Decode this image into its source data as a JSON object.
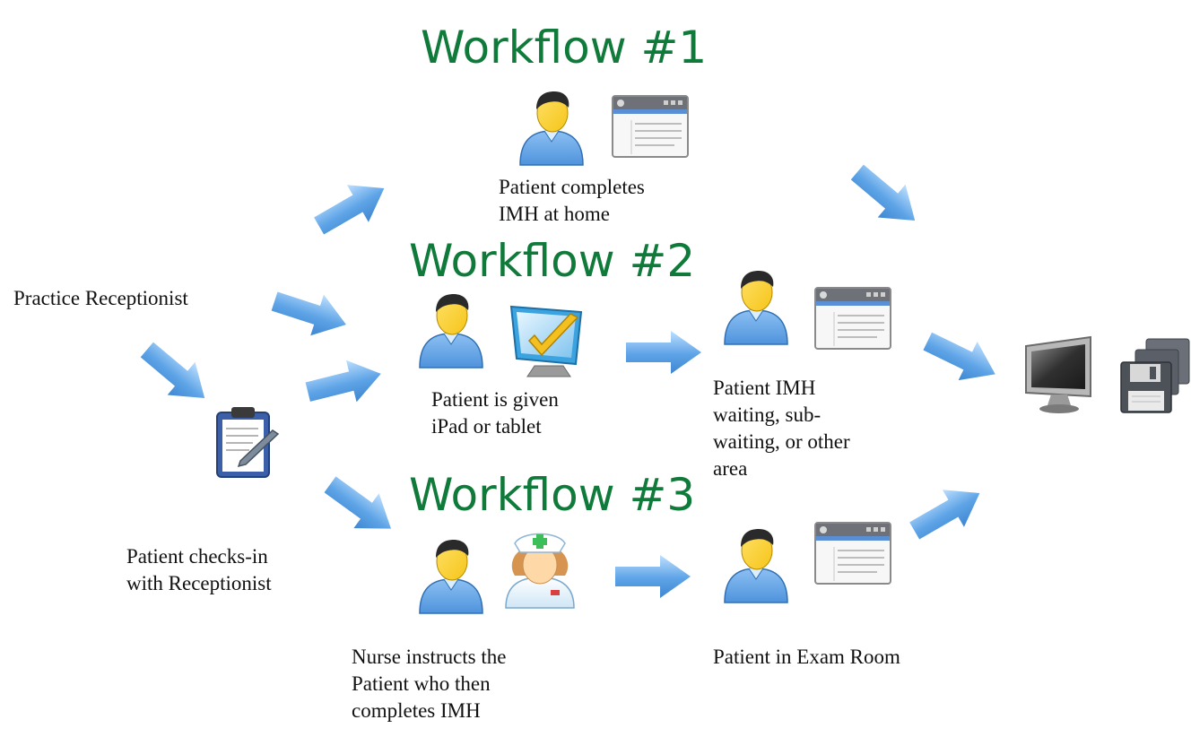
{
  "colors": {
    "workflow_title": "#0f7a3a",
    "arrow": "#5da3e6",
    "person_shirt": "#4f93dd",
    "person_head": "#f5c518",
    "window_bar": "#6e7278"
  },
  "workflows": [
    {
      "title": "Workflow #1"
    },
    {
      "title": "Workflow #2"
    },
    {
      "title": "Workflow #3"
    }
  ],
  "labels": {
    "practice_receptionist": "Practice Receptionist",
    "patient_checks_in": [
      "Patient checks-in",
      "with Receptionist"
    ],
    "patient_completes_home": [
      "Patient completes",
      "IMH at home"
    ],
    "patient_given_tablet": [
      "Patient is given",
      "iPad or tablet"
    ],
    "patient_imh_waiting": [
      "Patient IMH",
      "waiting, sub-",
      "waiting, or other",
      "area"
    ],
    "nurse_instructs": [
      "Nurse instructs the",
      "Patient who then",
      "completes IMH"
    ],
    "patient_exam_room": "Patient in Exam Room"
  },
  "icons": [
    "person-icon",
    "browser-window-icon",
    "tablet-check-icon",
    "clipboard-icon",
    "nurse-icon",
    "monitor-icon",
    "floppy-disks-icon",
    "arrow-icon"
  ]
}
